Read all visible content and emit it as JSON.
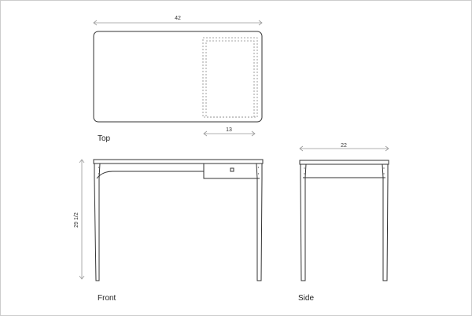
{
  "views": {
    "top": {
      "label": "Top",
      "width_dim": "42",
      "drawer_dim": "13"
    },
    "front": {
      "label": "Front",
      "height_dim": "29 1/2"
    },
    "side": {
      "label": "Side",
      "depth_dim": "22"
    }
  }
}
